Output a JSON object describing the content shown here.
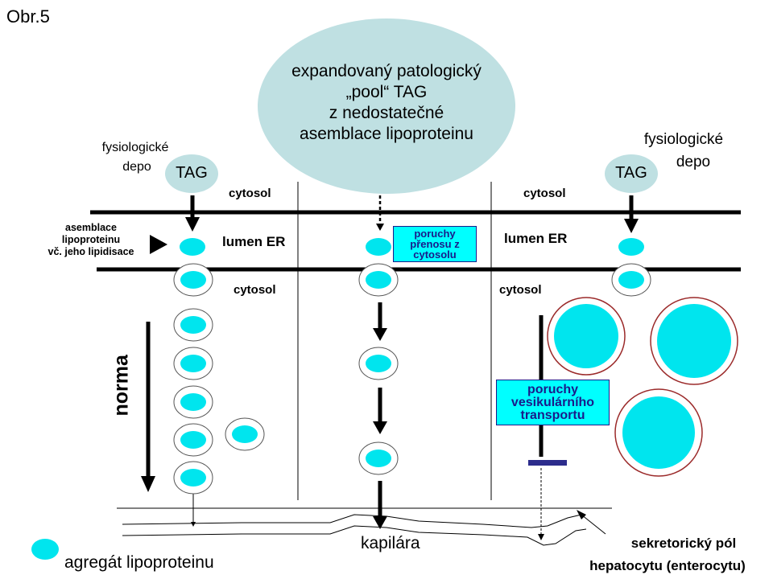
{
  "figure_label": "Obr.5",
  "pool": {
    "lines": [
      "expandovaný patologický",
      "„pool“ TAG",
      "z nedostatečné",
      "asemblace lipoproteinu"
    ]
  },
  "left_depot": {
    "lines": [
      "fysiologické",
      "depo"
    ],
    "tag": "TAG"
  },
  "right_depot": {
    "lines": [
      "fysiologické",
      "depo"
    ],
    "tag": "TAG"
  },
  "labels": {
    "cytosol": "cytosol",
    "lumen_er": "lumen ER",
    "assembly": [
      "asemblace",
      "lipoproteinu",
      "vč. jeho lipidisace"
    ],
    "norma": "norma",
    "kapilara": "kapilára",
    "secretory": [
      "sekretorický pól",
      "hepatocytu (enterocytu)"
    ],
    "legend": "agregát lipoproteinu"
  },
  "boxes": {
    "transfer": [
      "poruchy",
      "přenosu z",
      "cytosolu"
    ],
    "vesicular": [
      "poruchy",
      "vesikulárního",
      "transportu"
    ]
  },
  "colors": {
    "pool_fill": "#bfe0e2",
    "tag_fill": "#bfe0e2",
    "particle": "#00e5ee",
    "vesicle_stroke": "#555555",
    "large_vesicle_stroke": "#9b2a2a",
    "box_fill": "#00ffff",
    "box_text": "#1a1a8a",
    "block_bar": "#2c2c8c"
  }
}
